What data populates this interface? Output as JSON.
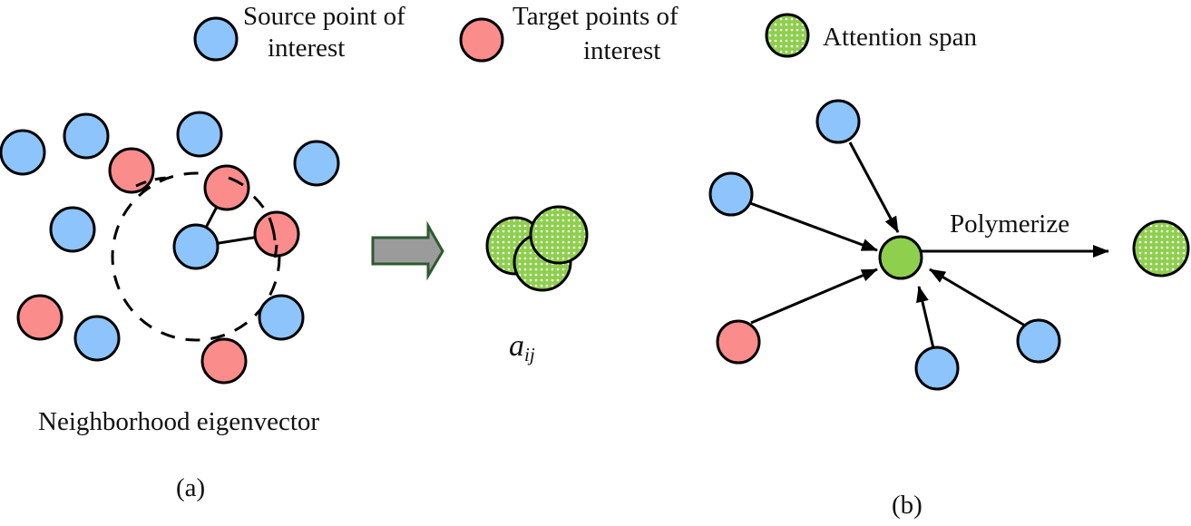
{
  "colors": {
    "source": "#8cc4fb",
    "target": "#fb8c8c",
    "attention": "#8ecf4e",
    "attention_dots": "#ffffff",
    "arrow_fill": "#9b9b9b",
    "arrow_stroke": "#2f5a2f",
    "stroke": "#000000"
  },
  "legend": [
    {
      "kind": "source",
      "label_lines": [
        "Source point of",
        "interest"
      ]
    },
    {
      "kind": "target",
      "label_lines": [
        "Target points of",
        "interest"
      ]
    },
    {
      "kind": "attention",
      "label_lines": [
        "Attention span"
      ]
    }
  ],
  "panel_a": {
    "caption": "Neighborhood eigenvector",
    "label": "(a)",
    "neighborhood_boundary": "dashed"
  },
  "transition": {
    "arrow_icon": "block-right-arrow",
    "result_symbol": "a",
    "result_subscript": "ij"
  },
  "panel_b": {
    "edge_label": "Polymerize",
    "label": "(b)",
    "center_node": "attention",
    "output_node": "attention"
  }
}
